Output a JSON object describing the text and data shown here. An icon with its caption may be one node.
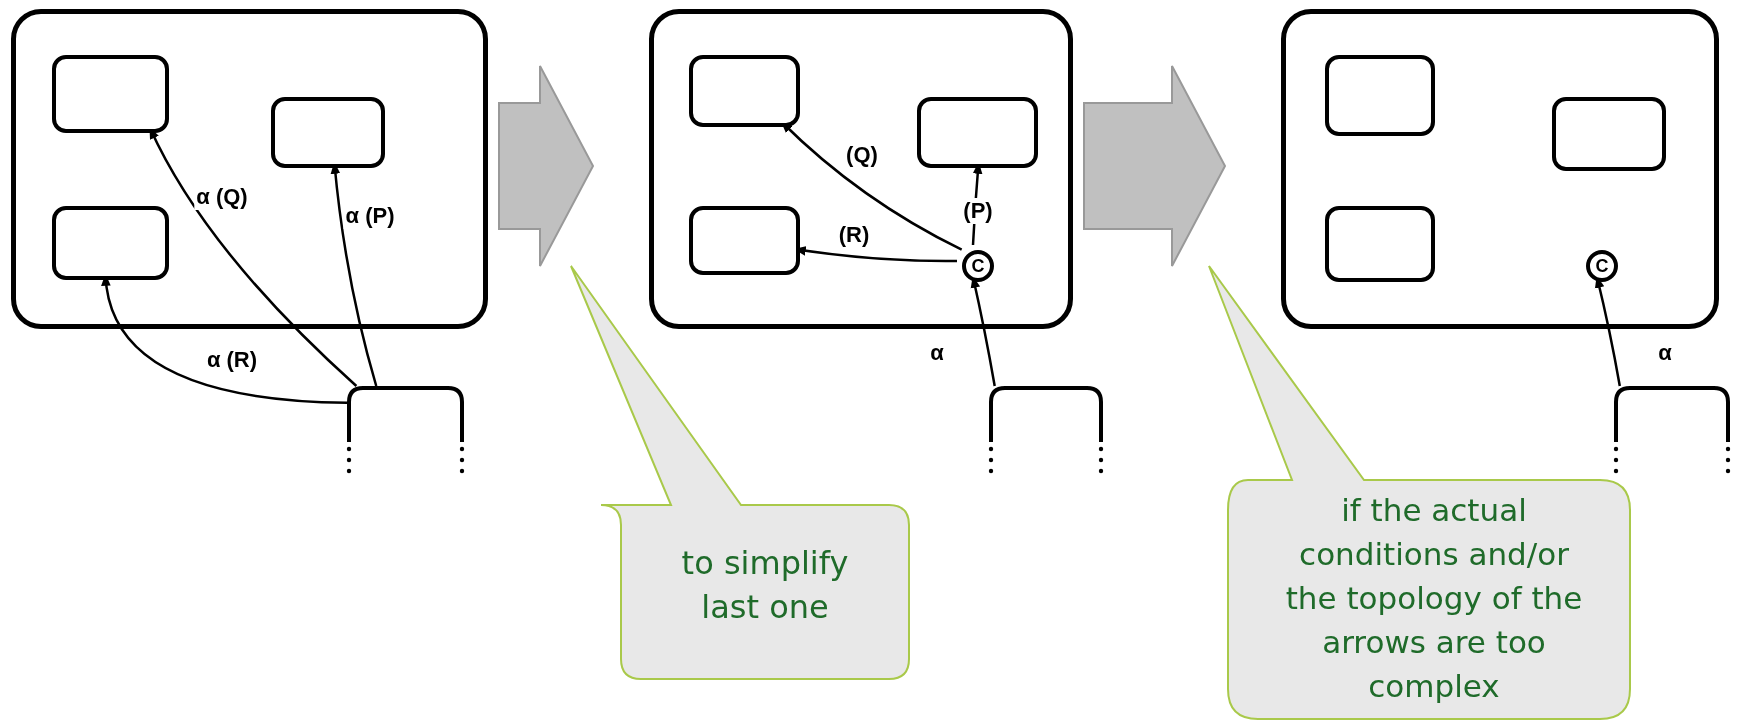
{
  "diagram": {
    "nodes": [
      {
        "text": [],
        "shape": "box"
      },
      {
        "text": [],
        "shape": "box",
        "in": 0
      },
      {
        "text": [],
        "shape": "box",
        "in": 0
      },
      {
        "text": [],
        "shape": "box",
        "in": 0
      },
      {
        "text": [],
        "shape": "box"
      },
      {
        "text": [],
        "shape": "box"
      },
      {
        "text": [],
        "shape": "box",
        "in": 5
      },
      {
        "text": [],
        "shape": "box",
        "in": 5
      },
      {
        "text": [],
        "shape": "box",
        "in": 5
      },
      {
        "text": [
          "C"
        ],
        "in": 5
      },
      {
        "text": [],
        "shape": "box"
      },
      {
        "text": [],
        "shape": "box"
      },
      {
        "text": [],
        "shape": "box",
        "in": 11
      },
      {
        "text": [],
        "shape": "box",
        "in": 11
      },
      {
        "text": [],
        "shape": "box",
        "in": 11
      },
      {
        "text": [
          "C"
        ],
        "in": 11
      },
      {
        "text": [],
        "shape": "box"
      },
      {
        "text": [
          "to simplify last one"
        ]
      },
      {
        "text": [
          "if the actual conditions and/or the topology of the arrows are too complex"
        ]
      }
    ],
    "edges": [
      {
        "from": 4,
        "to": 1,
        "arrow": "to",
        "label": "α (Q)"
      },
      {
        "from": 4,
        "to": 2,
        "arrow": "to",
        "label": "α (P)"
      },
      {
        "from": 4,
        "to": 3,
        "arrow": "to",
        "label": "α (R)"
      },
      {
        "from": 0,
        "to": 5,
        "arrow": "to",
        "style": "thick",
        "color": "#c0c0c0"
      },
      {
        "from": 10,
        "to": 9,
        "arrow": "to",
        "label": "α"
      },
      {
        "from": 9,
        "to": 6,
        "arrow": "to",
        "label": "(Q)"
      },
      {
        "from": 9,
        "to": 7,
        "arrow": "to",
        "label": "(P)"
      },
      {
        "from": 9,
        "to": 8,
        "arrow": "to",
        "label": "(R)"
      },
      {
        "from": 5,
        "to": 11,
        "arrow": "to",
        "style": "thick",
        "color": "#c0c0c0"
      },
      {
        "from": 16,
        "to": 15,
        "arrow": "to",
        "label": "α"
      }
    ]
  }
}
